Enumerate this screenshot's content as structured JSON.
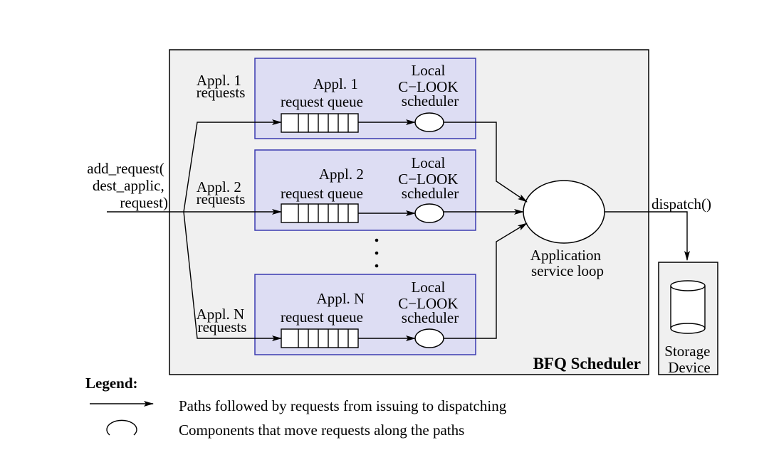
{
  "colors": {
    "scheduler_bg": "#f0f0f0",
    "app_box_bg": "#ddddf3",
    "app_box_border": "#3a3ab0",
    "line": "#000000"
  },
  "input": {
    "call": [
      "add_request(",
      "dest_applic,",
      "request)"
    ]
  },
  "apps": [
    {
      "requests_label": [
        "Appl. 1",
        "requests"
      ],
      "queue_label": [
        "Appl. 1",
        "request queue"
      ],
      "scheduler_label": [
        "Local",
        "C−LOOK",
        "scheduler"
      ]
    },
    {
      "requests_label": [
        "Appl. 2",
        "requests"
      ],
      "queue_label": [
        "Appl. 2",
        "request queue"
      ],
      "scheduler_label": [
        "Local",
        "C−LOOK",
        "scheduler"
      ]
    },
    {
      "requests_label": [
        "Appl. N",
        "requests"
      ],
      "queue_label": [
        "Appl. N",
        "request queue"
      ],
      "scheduler_label": [
        "Local",
        "C−LOOK",
        "scheduler"
      ]
    }
  ],
  "service_loop": {
    "label": [
      "Application",
      "service loop"
    ]
  },
  "scheduler": {
    "title": "BFQ Scheduler"
  },
  "dispatch": {
    "label": "dispatch()"
  },
  "storage": {
    "label": [
      "Storage",
      "Device"
    ]
  },
  "legend": {
    "title": "Legend:",
    "items": [
      {
        "symbol": "arrow",
        "text": "Paths followed by requests from issuing to dispatching"
      },
      {
        "symbol": "ellipse",
        "text": "Components that move requests along the paths"
      }
    ]
  }
}
